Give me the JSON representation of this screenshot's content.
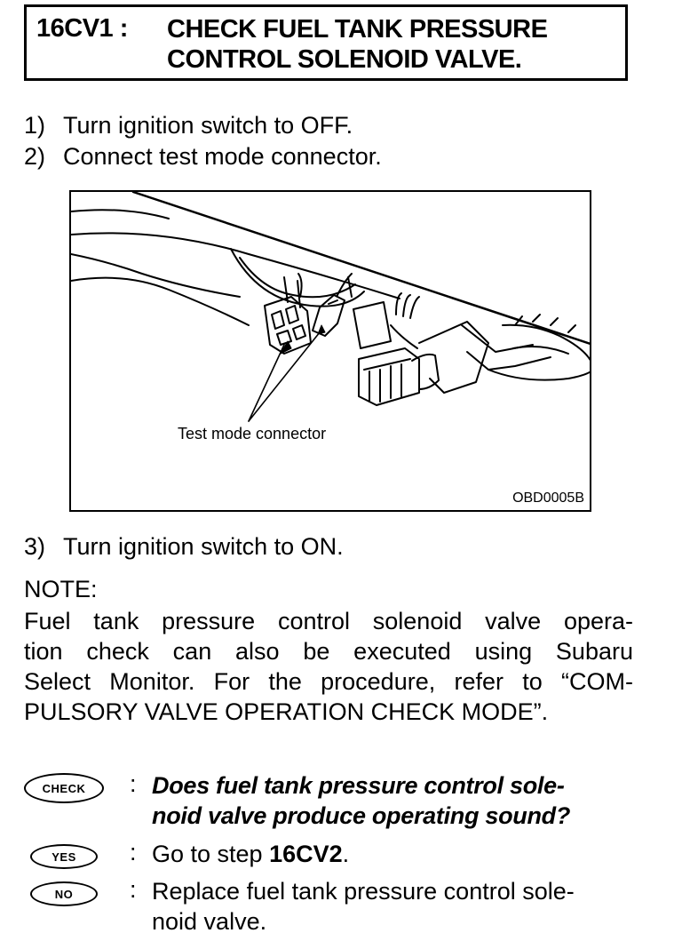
{
  "header": {
    "code": "16CV1 :",
    "title_line1": "CHECK FUEL TANK PRESSURE",
    "title_line2": "CONTROL SOLENOID VALVE."
  },
  "steps": [
    {
      "num": "1)",
      "text": "Turn ignition switch to OFF."
    },
    {
      "num": "2)",
      "text": "Connect test mode connector."
    },
    {
      "num": "3)",
      "text": "Turn ignition switch to ON."
    }
  ],
  "figure": {
    "label": "Test mode connector",
    "code": "OBD0005B"
  },
  "note": {
    "heading": "NOTE:",
    "lines": [
      "Fuel tank pressure control solenoid valve opera-",
      "tion check can also be executed using Subaru",
      "Select Monitor. For the procedure, refer to “COM-",
      "PULSORY VALVE OPERATION CHECK MODE”."
    ]
  },
  "qa": {
    "check_badge": "CHECK",
    "yes_badge": "YES",
    "no_badge": "NO",
    "colon": ":",
    "question_line1": "Does fuel tank pressure control sole-",
    "question_line2": "noid valve produce operating sound?",
    "yes_prefix": "Go to step ",
    "yes_step": "16CV2",
    "yes_suffix": ".",
    "no_line1": "Replace fuel tank pressure control sole-",
    "no_line2": "noid valve."
  }
}
